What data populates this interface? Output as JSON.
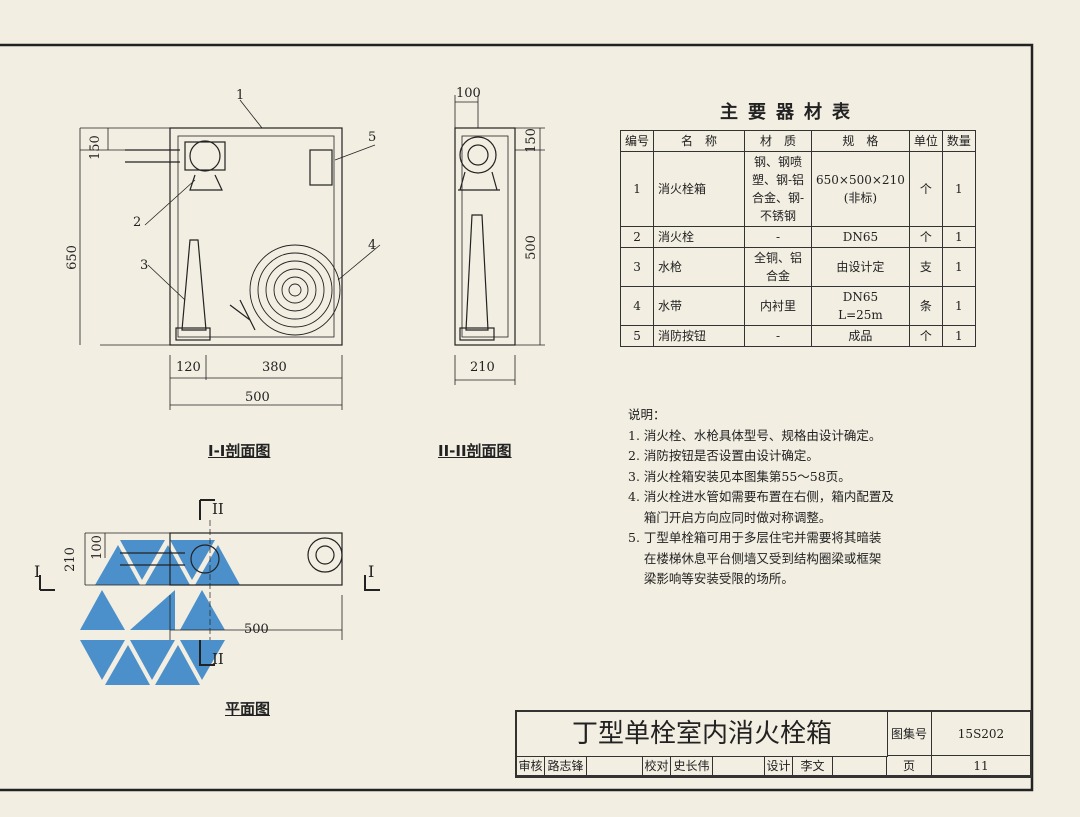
{
  "drawings": {
    "section1": {
      "title": "I-I剖面图",
      "dims": {
        "top": "150",
        "height": "650",
        "left_w": "120",
        "right_w": "380",
        "total_w": "500"
      },
      "callouts": [
        "1",
        "2",
        "3",
        "4",
        "5"
      ]
    },
    "section2": {
      "title": "II-II剖面图",
      "dims": {
        "top_w": "100",
        "top": "150",
        "height": "500",
        "width": "210"
      }
    },
    "plan": {
      "title": "平面图",
      "dims": {
        "depth": "210",
        "inner": "100",
        "width": "500"
      },
      "section_marks": [
        "I",
        "I",
        "II",
        "II"
      ]
    }
  },
  "table": {
    "title": "主要器材表",
    "headers": [
      "编号",
      "名　称",
      "材　质",
      "规　格",
      "单位",
      "数量"
    ],
    "rows": [
      [
        "1",
        "消火栓箱",
        "钢、钢喷塑、钢-铝合金、钢-不锈钢",
        "650×500×210 (非标)",
        "个",
        "1"
      ],
      [
        "2",
        "消火栓",
        "-",
        "DN65",
        "个",
        "1"
      ],
      [
        "3",
        "水枪",
        "全铜、铝合金",
        "由设计定",
        "支",
        "1"
      ],
      [
        "4",
        "水带",
        "内衬里",
        "DN65　L=25m",
        "条",
        "1"
      ],
      [
        "5",
        "消防按钮",
        "-",
        "成品",
        "个",
        "1"
      ]
    ]
  },
  "notes": {
    "heading": "说明：",
    "lines": [
      "1. 消火栓、水枪具体型号、规格由设计确定。",
      "2. 消防按钮是否设置由设计确定。",
      "3. 消火栓箱安装见本图集第55～58页。",
      "4. 消火栓进水管如需要布置在右侧，箱内配置及",
      "    箱门开启方向应同时做对称调整。",
      "5. 丁型单栓箱可用于多层住宅并需要将其暗装",
      "    在楼梯休息平台侧墙又受到结构圈梁或框架",
      "    梁影响等安装受限的场所。"
    ]
  },
  "title_block": {
    "title": "丁型单栓室内消火栓箱",
    "atlas_label": "图集号",
    "atlas_no": "15S202",
    "page_label": "页",
    "page_no": "11",
    "review_label": "审核",
    "reviewer": "路志锋",
    "check_label": "校对",
    "checker": "史长伟",
    "design_label": "设计",
    "designer": "李文"
  }
}
